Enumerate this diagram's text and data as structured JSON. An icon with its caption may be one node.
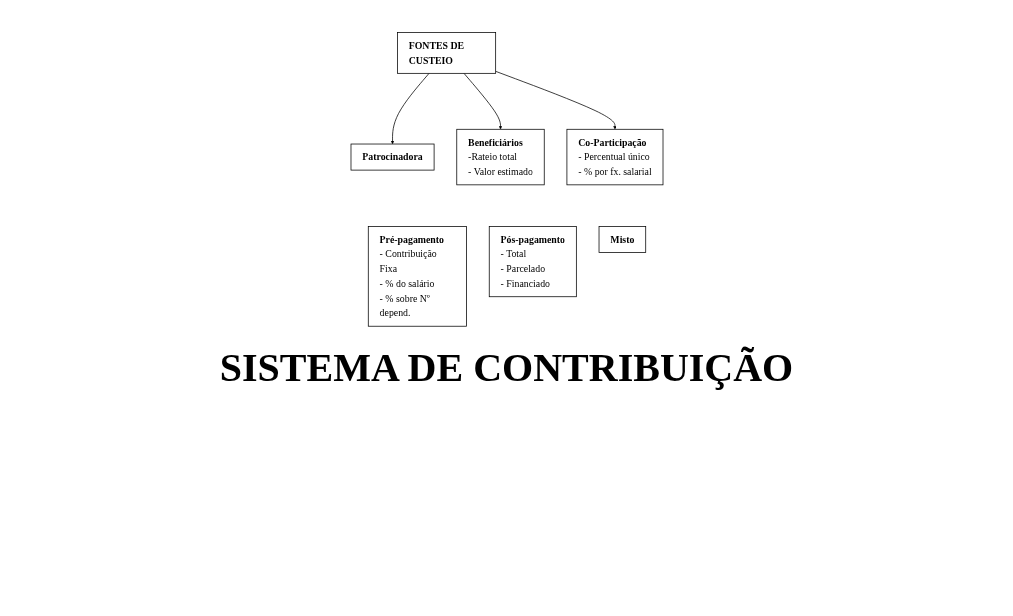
{
  "diagram": {
    "nodes": [
      {
        "text": [
          "FONTES DE CUSTEIO"
        ]
      },
      {
        "text": [
          "Patrocinadora"
        ]
      },
      {
        "text": [
          "Beneficiários",
          "-Rateio total",
          "- Valor estimado"
        ]
      },
      {
        "text": [
          "Co-Participação",
          "- Percentual único",
          "- % por fx. salarial"
        ]
      },
      {
        "text": [
          "Pré-pagamento",
          "- Contribuição Fixa",
          "- % do salário",
          "- % sobre Nº depend."
        ]
      },
      {
        "text": [
          "Pós-pagamento",
          "- Total",
          "- Parcelado",
          "- Financiado"
        ]
      },
      {
        "text": [
          "Misto"
        ]
      }
    ],
    "edges": [
      {
        "from": 0,
        "to": 1,
        "arrow": "to"
      },
      {
        "from": 0,
        "to": 2,
        "arrow": "to"
      },
      {
        "from": 0,
        "to": 3,
        "arrow": "to"
      }
    ],
    "labels": [
      "SISTEMA DE CONTRIBUIÇÃO"
    ]
  }
}
